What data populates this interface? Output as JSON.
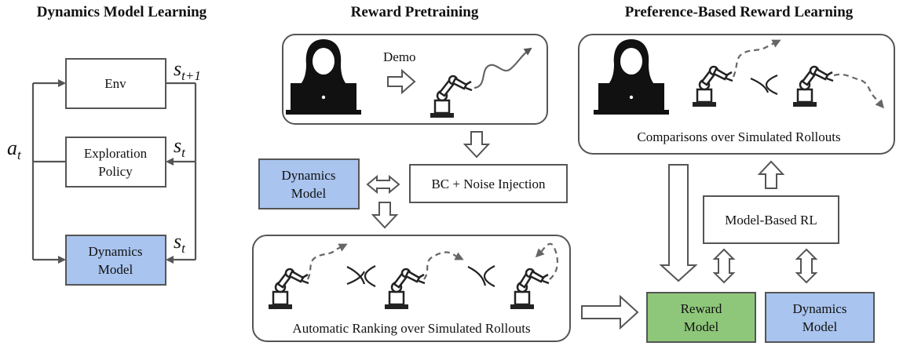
{
  "sections": {
    "left_title": "Dynamics Model Learning",
    "middle_title": "Reward Pretraining",
    "right_title": "Preference-Based Reward Learning"
  },
  "left": {
    "env": "Env",
    "exploration_line1": "Exploration",
    "exploration_line2": "Policy",
    "dynamics_line1": "Dynamics",
    "dynamics_line2": "Model",
    "s_next": "s",
    "s_next_sub": "t+1",
    "s_t": "s",
    "s_t_sub": "t",
    "a_t": "a",
    "a_t_sub": "t"
  },
  "middle": {
    "demo": "Demo",
    "dynamics_line1": "Dynamics",
    "dynamics_line2": "Model",
    "bc_noise": "BC + Noise Injection",
    "auto_rank": "Automatic Ranking over Simulated Rollouts"
  },
  "right": {
    "comparisons": "Comparisons over Simulated Rollouts",
    "mbrl": "Model-Based RL",
    "reward_line1": "Reward",
    "reward_line2": "Model",
    "dynamics_line1": "Dynamics",
    "dynamics_line2": "Model"
  },
  "colors": {
    "blue_box": "#a9c4ee",
    "green_box": "#8ec77a",
    "stroke": "#555555",
    "dashed": "#666666"
  }
}
